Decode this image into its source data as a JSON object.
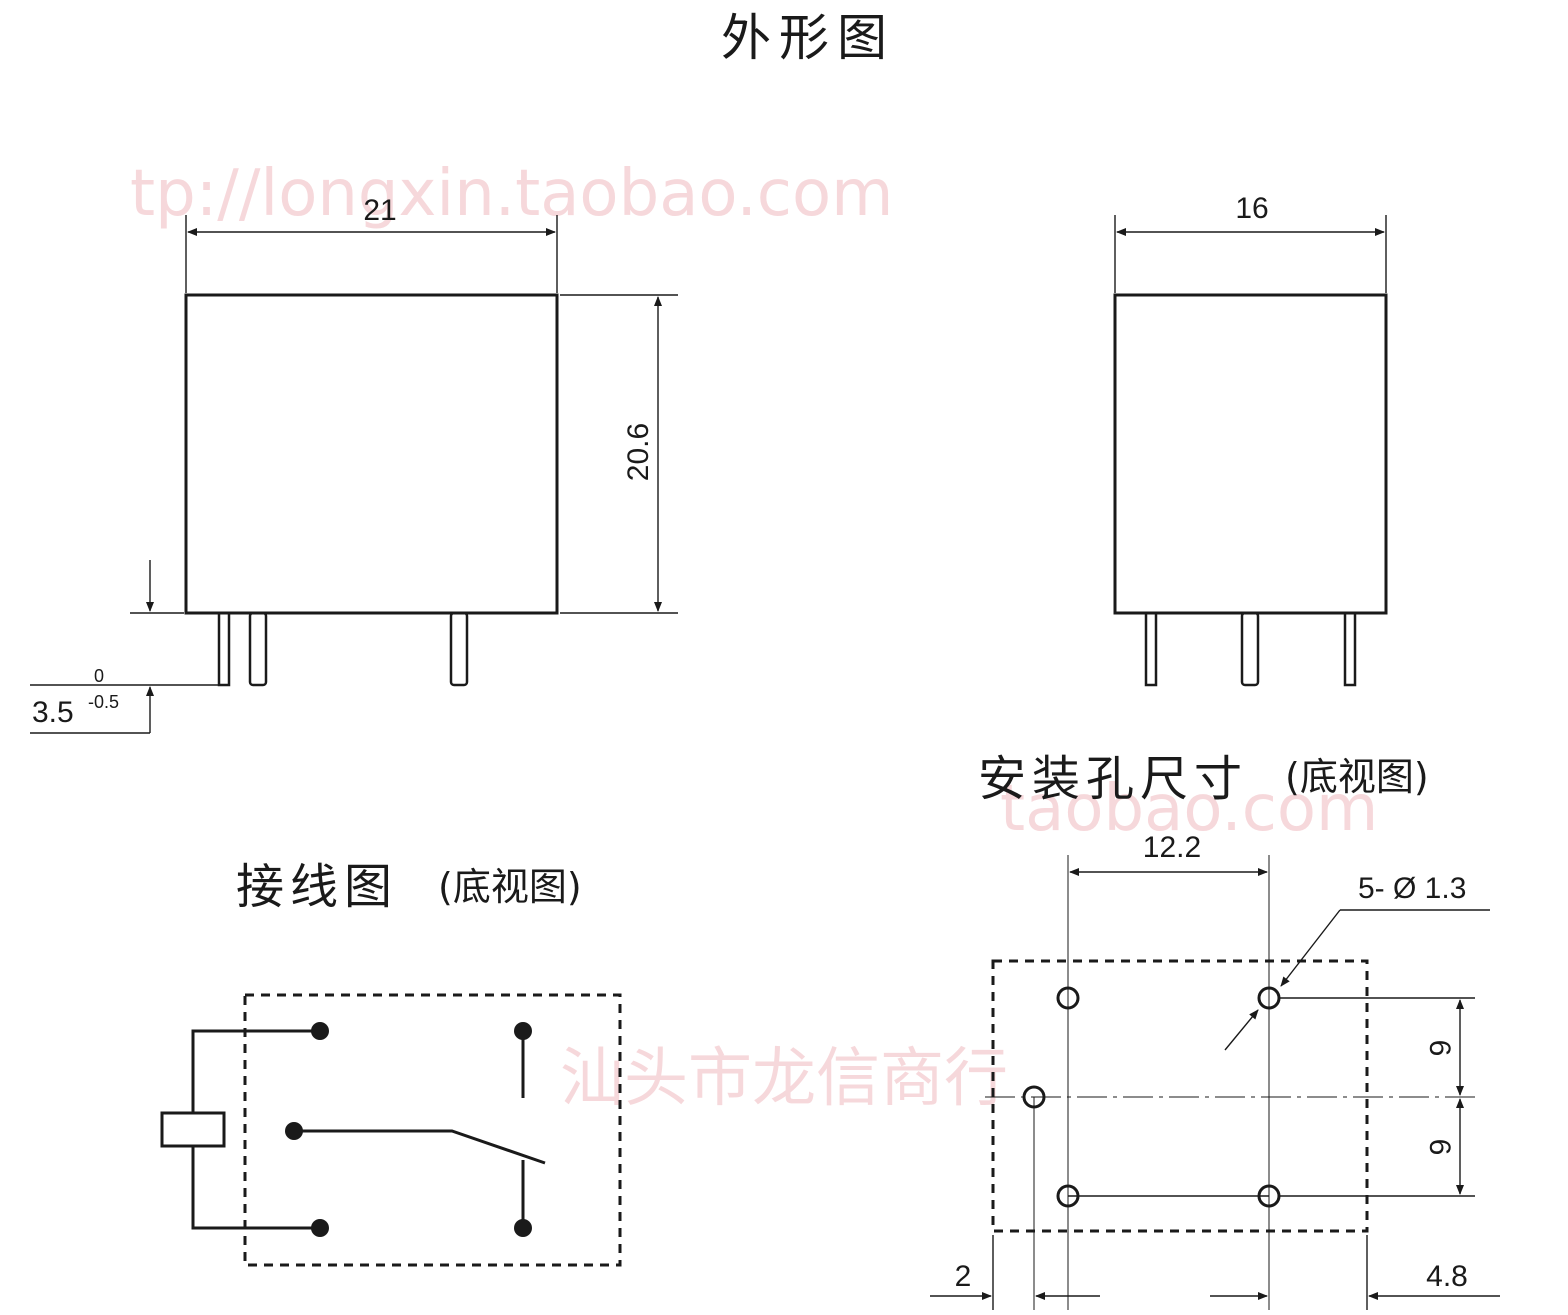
{
  "titles": {
    "outline": "外形图",
    "wiring": "接线图",
    "wiring_note": "(底视图)",
    "mounting": "安装孔尺寸",
    "mounting_note": "(底视图)"
  },
  "dimensions": {
    "front_width": "21",
    "front_height": "20.6",
    "pin_length": "3.5",
    "pin_tol_upper": "0",
    "pin_tol_lower": "-0.5",
    "side_width": "16",
    "hole_spacing_x": "12.2",
    "hole_spec": "5- Ø 1.3",
    "hole_spacing_y1": "6",
    "hole_spacing_y2": "6",
    "offset_left": "2",
    "offset_right": "4.8"
  },
  "watermark": {
    "lines": [
      "tp://longxin.taobao.com",
      "汕头市龙信商行",
      "taobao.com"
    ]
  }
}
